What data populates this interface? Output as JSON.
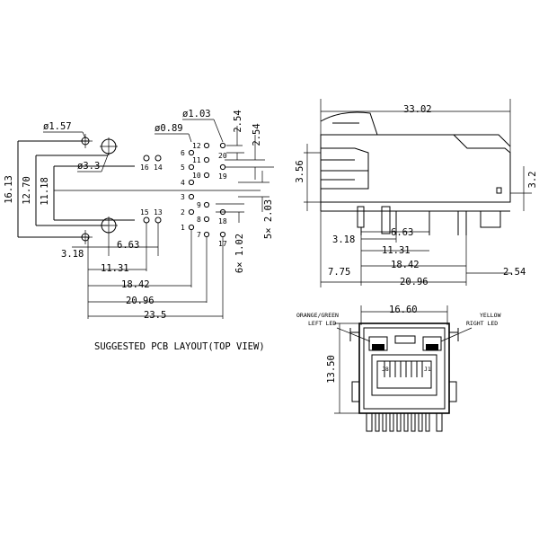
{
  "pcb_layout": {
    "caption": "SUGGESTED PCB LAYOUT(TOP VIEW)",
    "hole_labels": {
      "d157": "ø1.57",
      "d33": "ø3.3",
      "d089": "ø0.89",
      "d103": "ø1.03"
    },
    "pin_numbers": [
      "12",
      "11",
      "10",
      "20",
      "19",
      "16",
      "14",
      "6",
      "5",
      "4",
      "3",
      "2",
      "1",
      "9",
      "8",
      "7",
      "18",
      "17",
      "15",
      "13"
    ],
    "dims": {
      "h1613": "16.13",
      "h1270": "12.70",
      "h1118": "11.18",
      "w318": "3.18",
      "w663": "6.63",
      "w1131": "11.31",
      "w1842": "18.42",
      "w2096": "20.96",
      "w235": "23.5",
      "v254a": "2.54",
      "v254b": "2.54",
      "v6x102": "6× 1.02",
      "v5x203": "5× 2.03"
    }
  },
  "side_view": {
    "dims": {
      "w3302": "33.02",
      "h356": "3.56",
      "h32": "3.2",
      "w318": "3.18",
      "w663": "6.63",
      "w1131": "11.31",
      "w1842": "18.42",
      "w254": "2.54",
      "w775": "7.75",
      "w2096": "20.96"
    }
  },
  "front_view": {
    "led_left": [
      "ORANGE/GREEN",
      "LEFT LED"
    ],
    "led_right": [
      "YELLOW",
      "RIGHT LED"
    ],
    "pin_left": "J8",
    "pin_right": "J1",
    "dims": {
      "w1660": "16.60",
      "h1350": "13.50"
    }
  }
}
